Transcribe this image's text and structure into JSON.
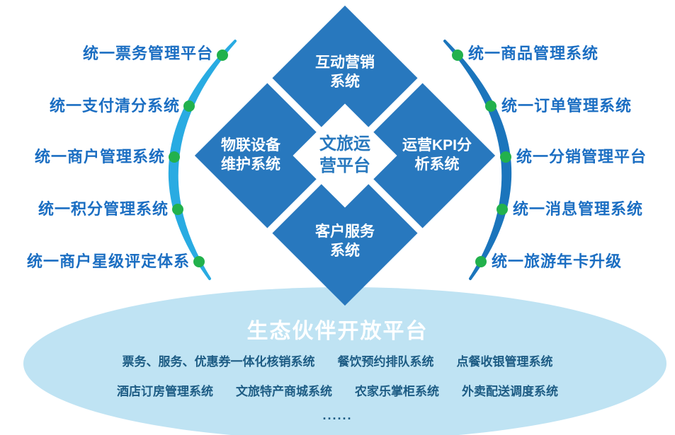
{
  "colors": {
    "diamond_blue": "#2878BE",
    "arc_left": "#29ABE2",
    "arc_right": "#1B75BC",
    "dot_green": "#22B14C",
    "side_label_blue": "#1B6EC2",
    "ellipse_bg": "#BFE3F3",
    "eco_text": "#1D5C84",
    "eco_title_color": "#FFFFFF"
  },
  "platform": {
    "center_title": [
      "文旅运",
      "营平台"
    ],
    "top": [
      "互动营销",
      "系统"
    ],
    "left": [
      "物联设备",
      "维护系统"
    ],
    "right": [
      "运营KPI分",
      "析系统"
    ],
    "bottom": [
      "客户服务",
      "系统"
    ]
  },
  "left_systems": [
    "统一票务管理平台",
    "统一支付清分系统",
    "统一商户管理系统",
    "统一积分管理系统",
    "统一商户星级评定体系"
  ],
  "right_systems": [
    "统一商品管理系统",
    "统一订单管理系统",
    "统一分销管理平台",
    "统一消息管理系统",
    "统一旅游年卡升级"
  ],
  "ecosystem": {
    "title": "生态伙伴开放平台",
    "row1": [
      "票务、服务、优惠券一体化核销系统",
      "餐饮预约排队系统",
      "点餐收银管理系统"
    ],
    "row2": [
      "酒店订房管理系统",
      "文旅特产商城系统",
      "农家乐掌柜系统",
      "外卖配送调度系统"
    ],
    "row3": [
      "......"
    ]
  }
}
